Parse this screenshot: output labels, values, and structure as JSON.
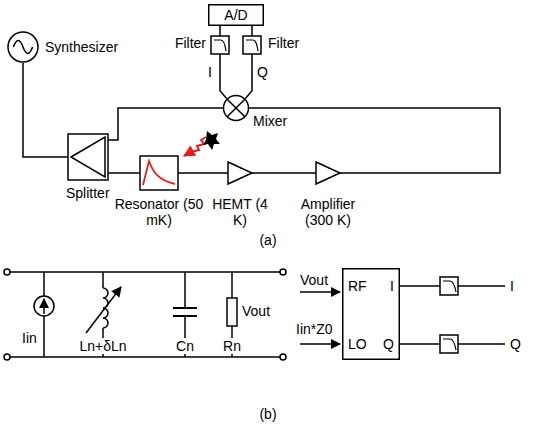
{
  "diagram": {
    "nodes": [
      {
        "text": [
          "Synthesizer"
        ]
      },
      {
        "text": [
          "Splitter"
        ]
      },
      {
        "text": [
          "Resonator (50 mK)"
        ]
      },
      {
        "text": [
          "HEMT (4 K)"
        ]
      },
      {
        "text": [
          "Amplifier (300 K)"
        ]
      },
      {
        "text": [
          "Mixer"
        ]
      },
      {
        "text": [
          "A/D"
        ]
      },
      {
        "text": [
          "Filter"
        ]
      },
      {
        "text": [
          "Filter"
        ]
      },
      {
        "text": [
          "RF",
          "LO",
          "I",
          "Q"
        ]
      }
    ],
    "edges": [
      {
        "from": 0,
        "to": 1,
        "arrow": "none"
      },
      {
        "from": 1,
        "to": 5,
        "arrow": "none"
      },
      {
        "from": 1,
        "to": 2,
        "arrow": "none"
      },
      {
        "from": 2,
        "to": 3,
        "arrow": "none"
      },
      {
        "from": 3,
        "to": 4,
        "arrow": "none"
      },
      {
        "from": 4,
        "to": 5,
        "arrow": "none"
      },
      {
        "from": 5,
        "to": 7,
        "arrow": "none"
      },
      {
        "from": 5,
        "to": 8,
        "arrow": "none"
      },
      {
        "from": 7,
        "to": 6,
        "arrow": "none"
      },
      {
        "from": 8,
        "to": 6,
        "arrow": "none"
      }
    ],
    "labels": [
      "I",
      "Q",
      "(a)",
      "Iin",
      "Ln+δLn",
      "Cn",
      "Rn",
      "Vout",
      "Vout",
      "Iin*Z0",
      "I",
      "Q",
      "(b)"
    ]
  }
}
